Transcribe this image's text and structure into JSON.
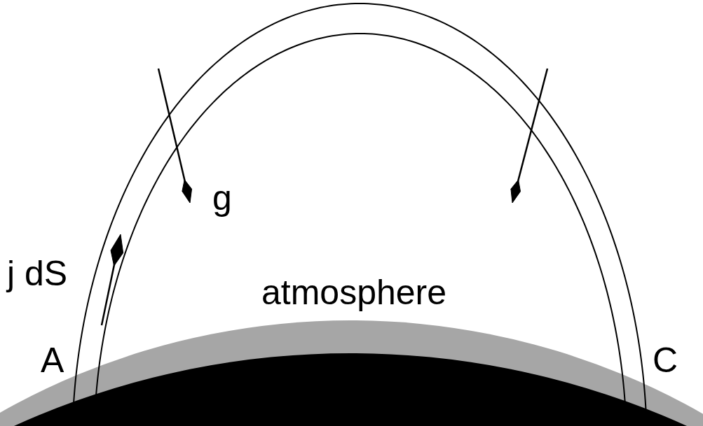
{
  "diagram": {
    "labels": [
      "g",
      "j dS",
      "atmosphere",
      "A",
      "C"
    ]
  }
}
